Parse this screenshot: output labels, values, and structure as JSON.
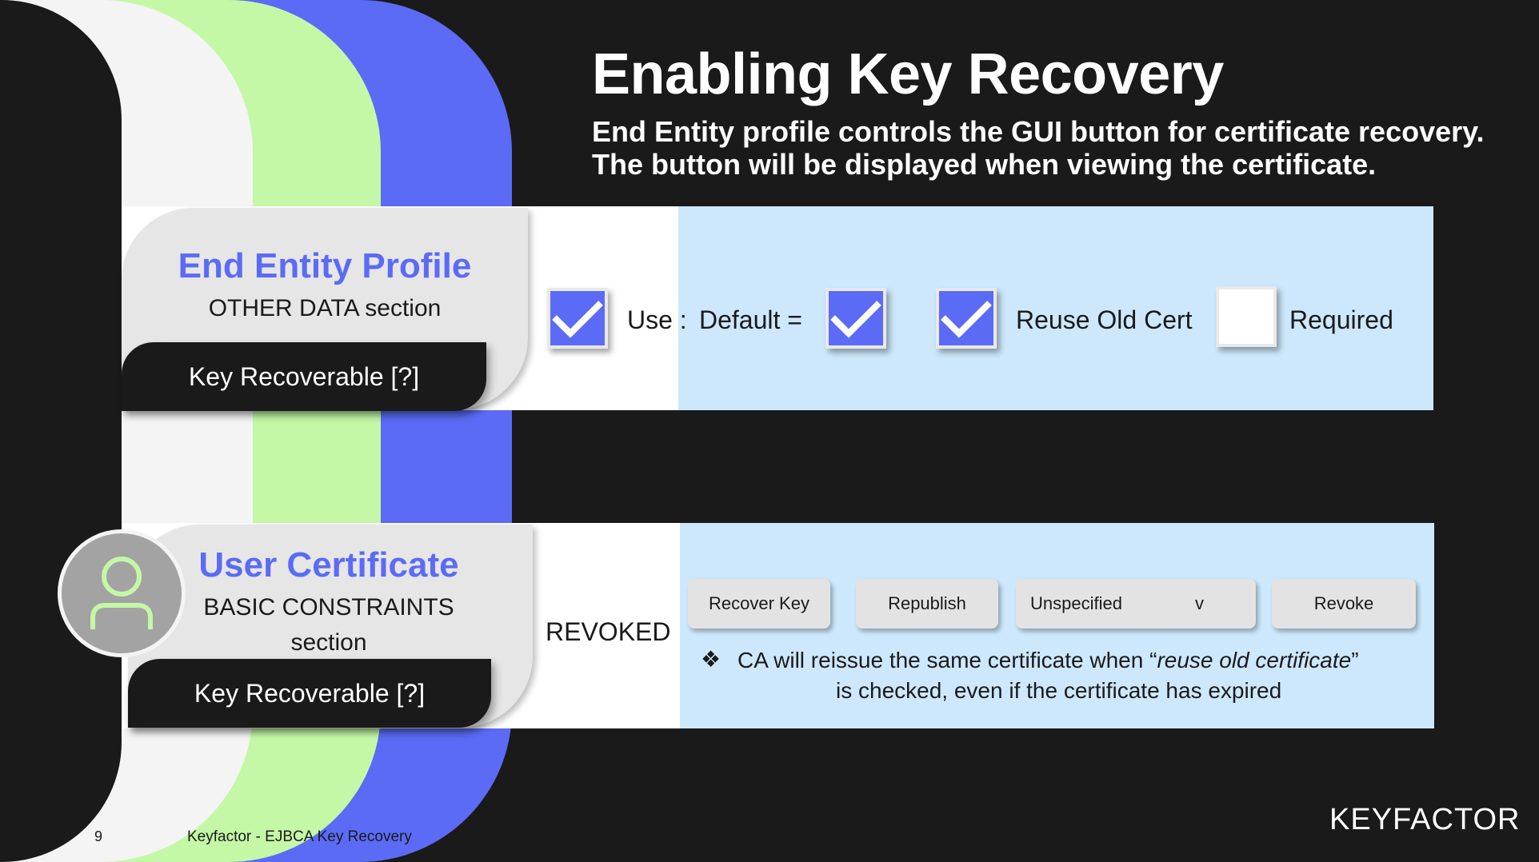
{
  "slide": {
    "title": "Enabling Key Recovery",
    "subtitle_line1": "End Entity profile controls the GUI button for certificate recovery.",
    "subtitle_line2": "The button will be displayed when viewing the certificate."
  },
  "end_entity_panel": {
    "heading": "End Entity Profile",
    "section": "OTHER DATA section",
    "tab_label": "Key Recoverable [?]",
    "use_label": "Use :",
    "default_label": "Default =",
    "reuse_label": "Reuse Old Cert",
    "required_label": "Required",
    "use_checked": true,
    "default_checked": true,
    "reuse_checked": true,
    "required_checked": false
  },
  "user_cert_panel": {
    "heading": "User Certificate",
    "section_line1": "BASIC CONSTRAINTS",
    "section_line2": "section",
    "tab_label": "Key Recoverable [?]",
    "status": "REVOKED",
    "buttons": {
      "recover_key": "Recover Key",
      "republish": "Republish",
      "reason_select": "Unspecified",
      "reason_caret": "v",
      "revoke": "Revoke"
    },
    "note_bullet": "❖",
    "note_prefix": "CA will reissue the same certificate when ",
    "note_quote_open": "“",
    "note_italic": "reuse old certificate",
    "note_quote_close": "”",
    "note_line2": "is checked, even if the certificate has expired"
  },
  "footer": {
    "page_number": "9",
    "caption": "Keyfactor - EJBCA Key Recovery",
    "logo": "KEYFACTOR"
  },
  "colors": {
    "accent_blue": "#5b6bf5",
    "accent_green": "#c4f8a6",
    "panel_blue": "#cde8fc",
    "background": "#1a1a1a"
  },
  "icons": {
    "checkbox": "check-icon",
    "avatar": "user-icon"
  }
}
